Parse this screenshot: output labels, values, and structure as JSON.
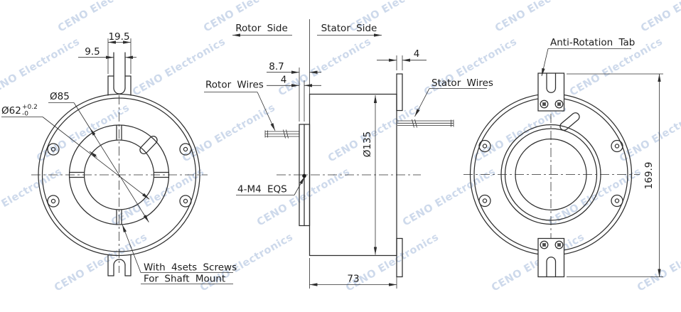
{
  "drawing": {
    "watermark": {
      "text": "CENO Electronics",
      "color": "#a6bbdb"
    },
    "front_view": {
      "tab_width_dim": "19.5",
      "tab_slot_dim": "9.5",
      "flange_dia": "Ø85",
      "bore_dia": "Ø62",
      "bore_tol_upper": "+0.2",
      "bore_tol_lower": "-0",
      "screw_note_line1": "With 4sets Screws",
      "screw_note_line2": "For Shaft Mount"
    },
    "side_view": {
      "rotor_side_label": "Rotor Side",
      "stator_side_label": "Stator Side",
      "rotor_wires_label": "Rotor Wires",
      "stator_wires_label": "Stator Wires",
      "flange_offset_dim": "8.7",
      "flange_plate_dim": "4",
      "stator_plate_dim": "4",
      "body_dia_dim": "Ø135",
      "body_length_dim": "73",
      "mount_screws_note": "4-M4 EQS"
    },
    "rear_view": {
      "tab_label": "Anti-Rotation Tab",
      "overall_height_dim": "169.9"
    }
  }
}
